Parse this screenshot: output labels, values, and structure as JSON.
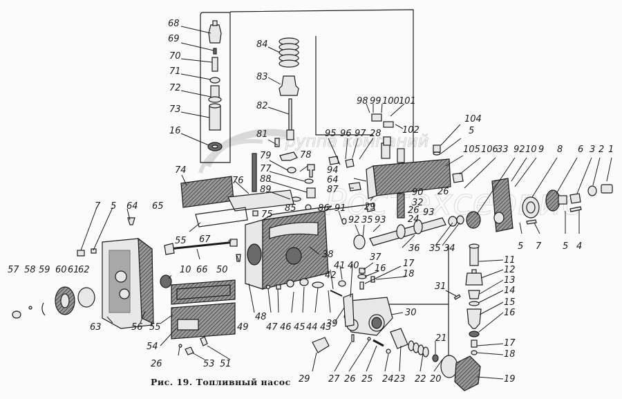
{
  "figure": {
    "caption": "Рис. 19. Топливный насос",
    "watermark": "группа компаний",
    "watermark_secondary": "Ростехсервис"
  },
  "labels": {
    "l68": "68",
    "l69": "69",
    "l70": "70",
    "l71": "71",
    "l72": "72",
    "l73": "73",
    "l16a": "16",
    "l84": "84",
    "l83": "83",
    "l82": "82",
    "l81": "81",
    "l79": "79",
    "l78": "78",
    "l77": "77",
    "l88": "88",
    "l89": "89",
    "l76": "76",
    "l74": "74",
    "l75": "75",
    "l85": "85",
    "l86": "86",
    "l55a": "55",
    "l67": "67",
    "l66": "66",
    "l50": "50",
    "l10a": "10",
    "l7a": "7",
    "l5a": "5",
    "l64a": "64",
    "l65": "65",
    "l57": "57",
    "l58": "58",
    "l59": "59",
    "l60": "60",
    "l61": "61",
    "l62": "62",
    "l63": "63",
    "l56": "56",
    "l55b": "55",
    "l54": "54",
    "l26a": "26",
    "l53": "53",
    "l51": "51",
    "l49": "49",
    "l48": "48",
    "l47": "47",
    "l46": "46",
    "l45": "45",
    "l44": "44",
    "l43": "43",
    "l38": "38",
    "l98": "98",
    "l99": "99",
    "l100": "100",
    "l101": "101",
    "l102": "102",
    "l95": "95",
    "l96": "96",
    "l97": "97",
    "l28": "28",
    "l94": "94",
    "l64b": "64",
    "l87": "87",
    "l29a": "29",
    "l104": "104",
    "l5b": "5",
    "l105": "105",
    "l106": "106",
    "l33": "33",
    "l92a": "92",
    "l10b": "10",
    "l9": "9",
    "l8": "8",
    "l6": "6",
    "l3": "3",
    "l2": "2",
    "l1": "1",
    "l90": "90",
    "l32": "32",
    "l26b": "26",
    "l24a": "24",
    "l26c": "26",
    "l93a": "93",
    "l91": "91",
    "l92b": "92",
    "l35a": "35",
    "l93b": "93",
    "l36": "36",
    "l35b": "35",
    "l34": "34",
    "l5c": "5",
    "l7b": "7",
    "l5d": "5",
    "l4": "4",
    "l37": "37",
    "l16b": "16",
    "l17a": "17",
    "l18a": "18",
    "l41": "41",
    "l40": "40",
    "l42": "42",
    "l39": "39",
    "l30": "30",
    "l31": "31",
    "l11": "11",
    "l12": "12",
    "l13": "13",
    "l14": "14",
    "l15": "15",
    "l16c": "16",
    "l17b": "17",
    "l18b": "18",
    "l19": "19",
    "l21": "21",
    "l20": "20",
    "l22": "22",
    "l23": "23",
    "l24b": "24",
    "l25": "25",
    "l26d": "26",
    "l27": "27",
    "l29b": "29"
  }
}
